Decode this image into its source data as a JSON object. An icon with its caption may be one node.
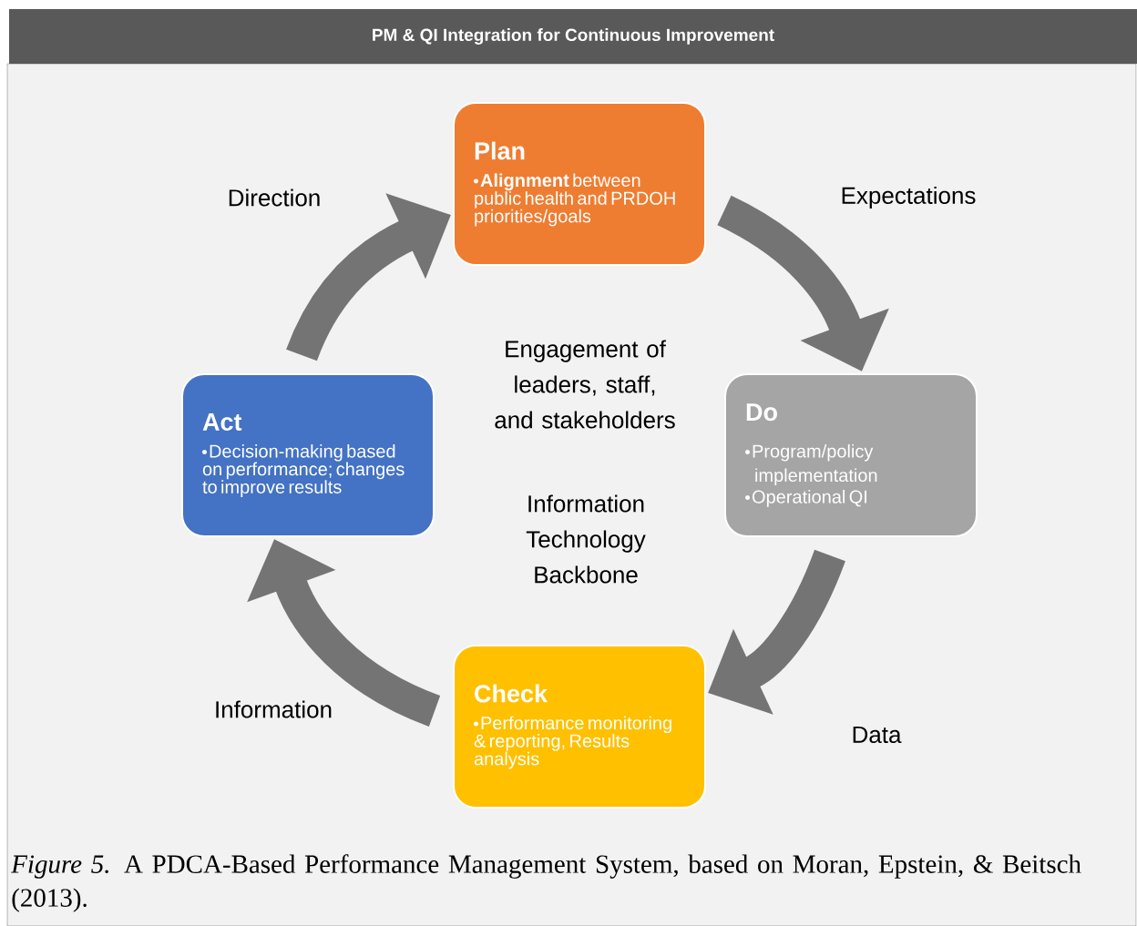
{
  "diagram": {
    "title": "PM & QI Integration for Continuous Improvement",
    "caption": "*Figure 5.* A PDCA-Based Performance Management System, based on Moran, Epstein, & Beitsch (2013).",
    "nodes": [
      {
        "text": [
          "Plan",
          "**Alignment** between public health and PRDOH priorities/goals"
        ]
      },
      {
        "text": [
          "Do",
          "Program/policy implementation",
          "Operational QI"
        ]
      },
      {
        "text": [
          "Check",
          "Performance monitoring & reporting, Results analysis"
        ]
      },
      {
        "text": [
          "Act",
          "Decision-making based on performance; changes to improve results"
        ]
      }
    ],
    "edges": [
      {
        "from": 0,
        "to": 1,
        "arrow": "to"
      },
      {
        "from": 1,
        "to": 2,
        "arrow": "to"
      },
      {
        "from": 2,
        "to": 3,
        "arrow": "to"
      },
      {
        "from": 3,
        "to": 0,
        "arrow": "to"
      }
    ],
    "labels": [
      "Direction",
      "Expectations",
      "Engagement of leaders, staff, and stakeholders",
      "Information Technology Backbone",
      "Information",
      "Data"
    ]
  }
}
